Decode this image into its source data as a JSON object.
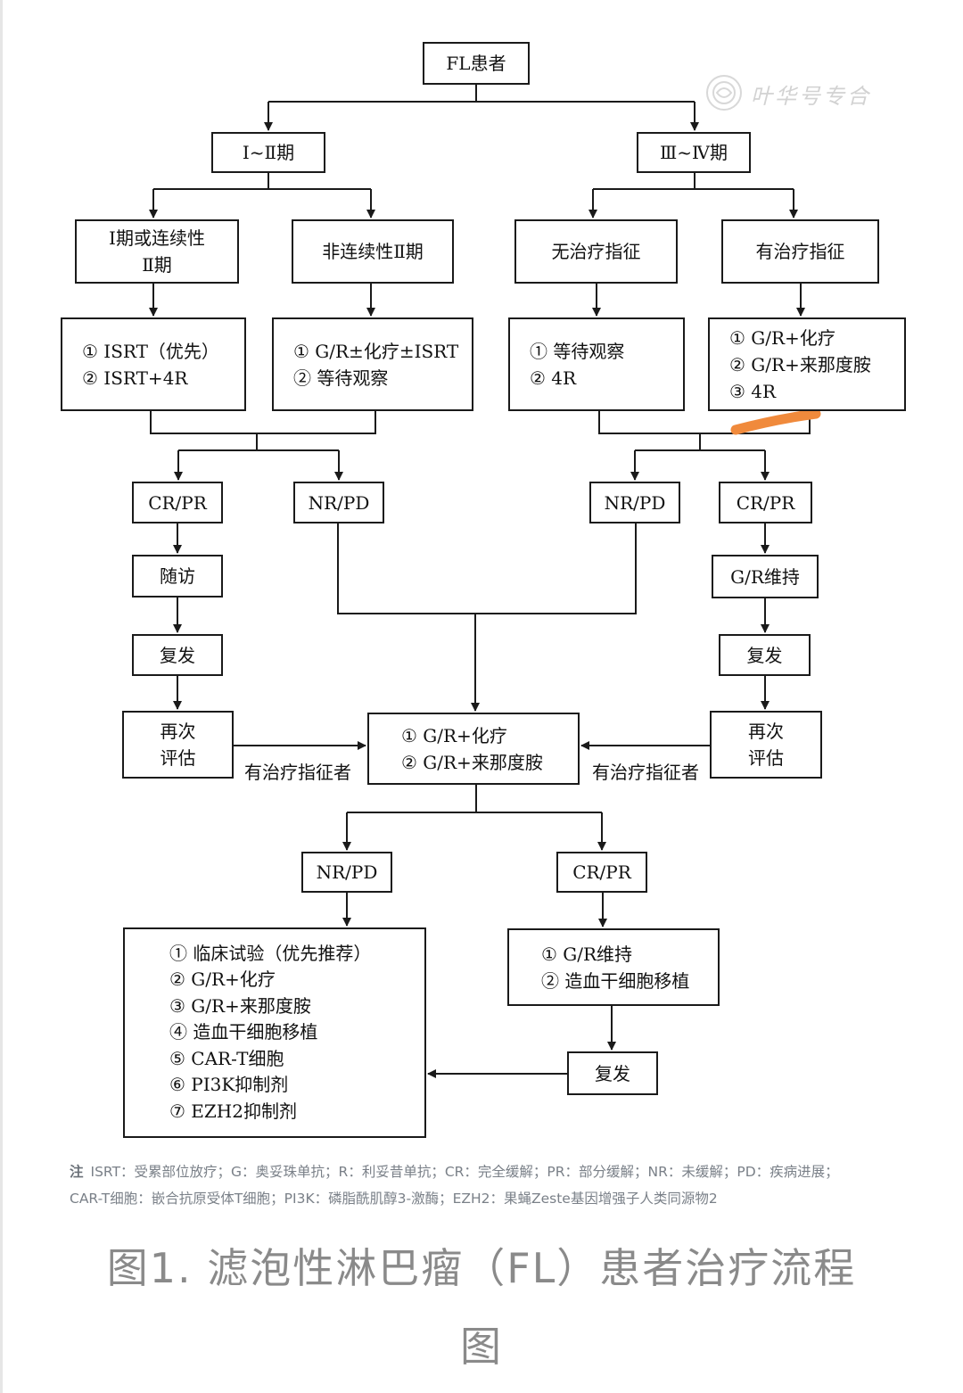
{
  "watermark": "叶华号专合",
  "nodes": {
    "root": [
      "FL患者"
    ],
    "stage12": [
      "Ⅰ~Ⅱ期"
    ],
    "stage34": [
      "Ⅲ~Ⅳ期"
    ],
    "stage1": [
      "Ⅰ期或连续性",
      "Ⅱ期"
    ],
    "stage2nc": [
      "非连续性Ⅱ期"
    ],
    "noind": [
      "无治疗指征"
    ],
    "ind": [
      "有治疗指征"
    ],
    "tx1": [
      "① ISRT（优先）",
      "② ISRT+4R"
    ],
    "tx2": [
      "① G/R±化疗±ISRT",
      "② 等待观察"
    ],
    "tx3": [
      "① 等待观察",
      "② 4R"
    ],
    "tx4": [
      "① G/R+化疗",
      "② G/R+来那度胺",
      "③ 4R"
    ],
    "crpr_l": [
      "CR/PR"
    ],
    "nrpd_l": [
      "NR/PD"
    ],
    "nrpd_r": [
      "NR/PD"
    ],
    "crpr_r": [
      "CR/PR"
    ],
    "follow": [
      "随访"
    ],
    "gr_maint": [
      "G/R维持"
    ],
    "relapse_l": [
      "复发"
    ],
    "relapse_r": [
      "复发"
    ],
    "reeval_l": [
      "再次",
      "评估"
    ],
    "reeval_r": [
      "再次",
      "评估"
    ],
    "center": [
      "① G/R+化疗",
      "② G/R+来那度胺"
    ],
    "nrpd_b": [
      "NR/PD"
    ],
    "crpr_b": [
      "CR/PR"
    ],
    "final_l": [
      "① 临床试验（优先推荐）",
      "② G/R+化疗",
      "③ G/R+来那度胺",
      "④ 造血干细胞移植",
      "⑤ CAR-T细胞",
      "⑥ PI3K抑制剂",
      "⑦ EZH2抑制剂"
    ],
    "final_r": [
      "① G/R维持",
      "② 造血干细胞移植"
    ],
    "relapse_b": [
      "复发"
    ]
  },
  "edge_labels": {
    "left": "有治疗指征者",
    "right": "有治疗指征者"
  },
  "note": {
    "label": "注",
    "line1": "ISRT：受累部位放疗；G：奥妥珠单抗；R：利妥昔单抗；CR：完全缓解；PR：部分缓解；NR：未缓解；PD：疾病进展；",
    "line2": "CAR-T细胞：嵌合抗原受体T细胞；PI3K：磷脂酰肌醇3-激酶；EZH2：果蝇Zeste基因增强子人类同源物2"
  },
  "caption": {
    "line1": "图1. 滤泡性淋巴瘤（FL）患者治疗流程",
    "line2": "图"
  },
  "colors": {
    "line": "#1a1a1a",
    "highlight": "#f08a3c",
    "note_text": "#7a8088",
    "caption_text": "#8a8a8a"
  }
}
